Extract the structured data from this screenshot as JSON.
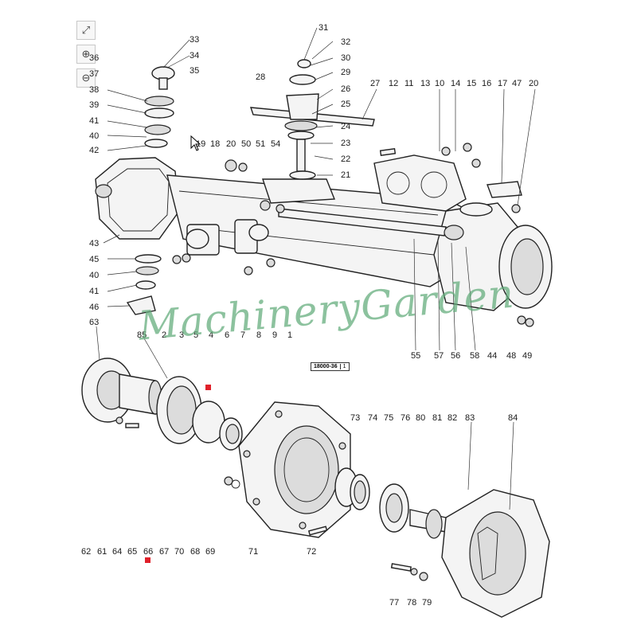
{
  "toolbar": {
    "fullscreen_icon": "fullscreen-icon",
    "zoom_in_icon": "zoom-in-icon",
    "zoom_out_icon": "zoom-out-icon"
  },
  "watermark": "MachineryGarden",
  "drawing_ref": {
    "code": "18000-36",
    "sheet": "1"
  },
  "colors": {
    "watermark": "#5faa78",
    "marker": "#e0202a",
    "line": "#222222"
  },
  "labels": {
    "n1": "1",
    "n2": "2",
    "n3": "3",
    "n4": "4",
    "n5": "5",
    "n6": "6",
    "n7": "7",
    "n8": "8",
    "n9": "9",
    "n10": "10",
    "n11": "11",
    "n12": "12",
    "n13": "13",
    "n14": "14",
    "n15": "15",
    "n16": "16",
    "n17": "17",
    "n18": "18",
    "n19": "19",
    "n20a": "20",
    "n20b": "20",
    "n21": "21",
    "n22": "22",
    "n23": "23",
    "n24": "24",
    "n25": "25",
    "n26": "26",
    "n27": "27",
    "n28": "28",
    "n29": "29",
    "n30": "30",
    "n31": "31",
    "n32": "32",
    "n33": "33",
    "n34": "34",
    "n35": "35",
    "n36": "36",
    "n37": "37",
    "n38": "38",
    "n39": "39",
    "n40a": "40",
    "n40b": "40",
    "n41a": "41",
    "n41b": "41",
    "n42": "42",
    "n43": "43",
    "n44": "44",
    "n45": "45",
    "n46": "46",
    "n47": "47",
    "n48": "48",
    "n49": "49",
    "n50": "50",
    "n51": "51",
    "n54": "54",
    "n55": "55",
    "n56": "56",
    "n57": "57",
    "n58": "58",
    "n61": "61",
    "n62": "62",
    "n63": "63",
    "n64": "64",
    "n65": "65",
    "n66": "66",
    "n67": "67",
    "n68": "68",
    "n69": "69",
    "n70": "70",
    "n71": "71",
    "n72": "72",
    "n73": "73",
    "n74": "74",
    "n75": "75",
    "n76": "76",
    "n77": "77",
    "n78": "78",
    "n79": "79",
    "n80": "80",
    "n81": "81",
    "n82": "82",
    "n83": "83",
    "n84": "84",
    "n85": "85"
  }
}
